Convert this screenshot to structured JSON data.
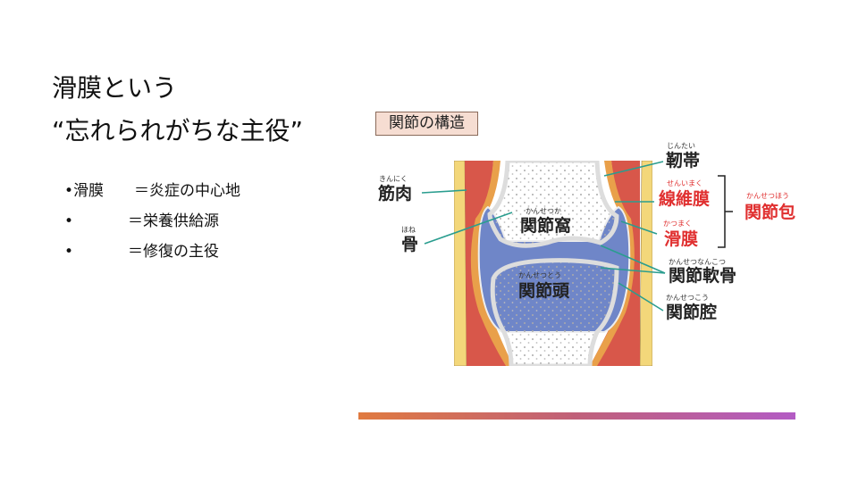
{
  "slide": {
    "title_line1": "滑膜という",
    "title_line2": "“忘れられがちな主役”",
    "bullets": [
      {
        "marker": "•",
        "term": "滑膜",
        "text": "＝炎症の中心地"
      },
      {
        "marker": "•",
        "term": "",
        "text": "＝栄養供給源"
      },
      {
        "marker": "•",
        "term": "",
        "text": "＝修復の主役"
      }
    ]
  },
  "figure": {
    "title": "関節の構造",
    "labels": {
      "muscle": {
        "ruby": "きんにく",
        "text": "筋肉"
      },
      "bone": {
        "ruby": "ほね",
        "text": "骨"
      },
      "glenoid": {
        "ruby": "かんせつか",
        "text": "関節窩"
      },
      "head": {
        "ruby": "かんせつとう",
        "text": "関節頭"
      },
      "ligament": {
        "ruby": "じんたい",
        "text": "靭帯"
      },
      "fibrous": {
        "ruby": "せんいまく",
        "text": "線維膜"
      },
      "synovium": {
        "ruby": "かつまく",
        "text": "滑膜"
      },
      "capsule": {
        "ruby": "かんせつほう",
        "text": "関節包"
      },
      "cartilage": {
        "ruby": "かんせつなんこつ",
        "text": "関節軟骨"
      },
      "cavity": {
        "ruby": "かんせつこう",
        "text": "関節腔"
      }
    },
    "colors": {
      "leader": "#2a9d8f",
      "accent_red": "#e03030",
      "cavity": "#6f86c8",
      "muscle": "#d8574a",
      "fat": "#f3d77a",
      "capsule": "#e9a04a"
    }
  },
  "decor": {
    "gradient": [
      "#e07a40",
      "#b35cc4"
    ]
  }
}
